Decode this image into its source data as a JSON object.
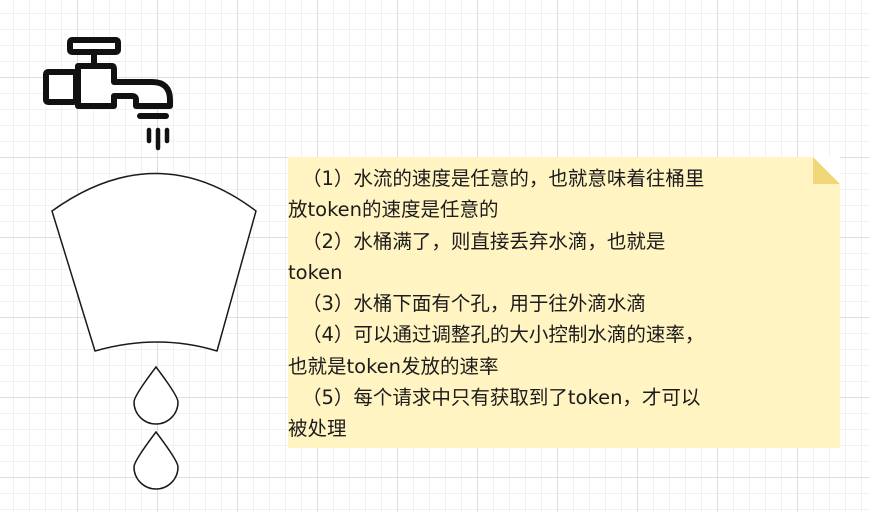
{
  "note": {
    "lines": [
      "（1）水流的速度是任意的，也就意味着往桶里",
      "放token的速度是任意的",
      "（2）水桶满了，则直接丢弃水滴，也就是",
      "token",
      "（3）水桶下面有个孔，用于往外滴水滴",
      "（4）可以通过调整孔的大小控制水滴的速率，",
      "也就是token发放的速率",
      "（5）每个请求中只有获取到了token，才可以",
      "被处理"
    ],
    "background": "#fff4c2",
    "fold_color": "#f2d77a"
  },
  "icons": [
    "faucet-icon",
    "bucket-icon",
    "water-drop-icon",
    "water-drop-icon"
  ]
}
